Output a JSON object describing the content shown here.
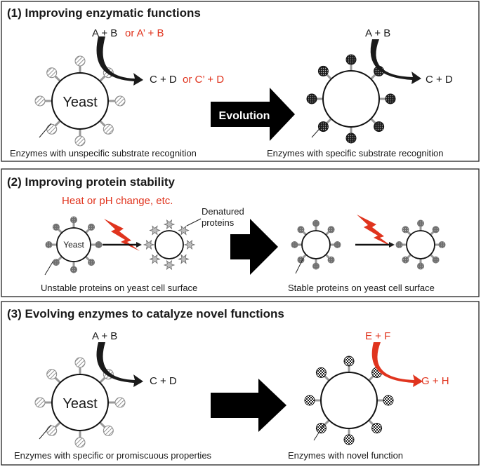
{
  "panels": [
    {
      "title": "(1) Improving enzymatic functions",
      "reaction_left_1": "A + B",
      "reaction_left_alt": "or  A’ + B",
      "product_left_1": "C + D",
      "product_left_alt": "or  C’ + D",
      "cell_label": "Yeast",
      "arrow_label": "Evolution",
      "reaction_right": "A + B",
      "product_right": "C + D",
      "caption_left": "Enzymes with unspecific substrate recognition",
      "caption_right": "Enzymes with specific substrate recognition"
    },
    {
      "title": "(2) Improving protein stability",
      "stress": "Heat or pH change, etc.",
      "cell_label": "Yeast",
      "denatured_1": "Denatured",
      "denatured_2": "proteins",
      "caption_left": "Unstable proteins on yeast cell surface",
      "caption_right": "Stable proteins on yeast cell surface"
    },
    {
      "title": "(3) Evolving enzymes to catalyze novel functions",
      "reaction_left": "A + B",
      "product_left": "C + D",
      "cell_label": "Yeast",
      "reaction_right": "E + F",
      "product_right": "G + H",
      "caption_left": "Enzymes with specific or promiscuous properties",
      "caption_right": "Enzymes with novel function"
    }
  ],
  "colors": {
    "accent_red": "#e0341e",
    "ink": "#1a1a1a"
  }
}
